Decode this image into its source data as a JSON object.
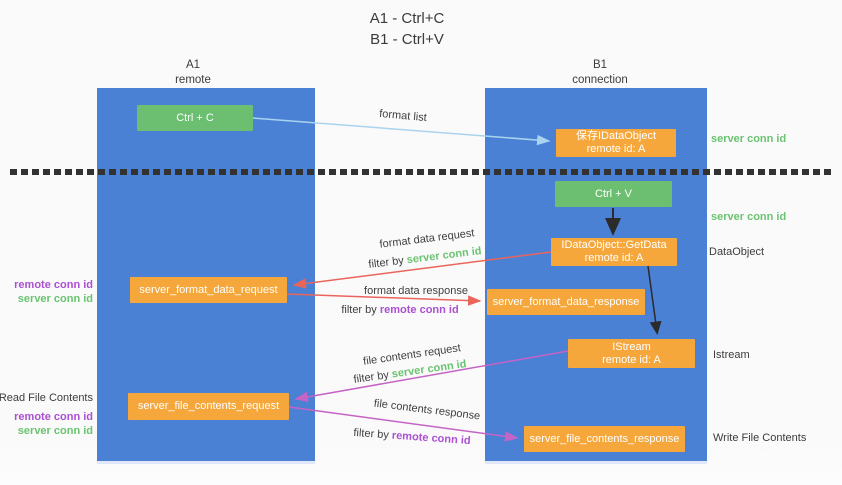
{
  "title": {
    "line1": "A1 - Ctrl+C",
    "line2": "B1 - Ctrl+V"
  },
  "lanes": {
    "left": {
      "name": "A1",
      "sub": "remote"
    },
    "right": {
      "name": "B1",
      "sub": "connection"
    }
  },
  "nodes": {
    "ctrl_c": "Ctrl + C",
    "ctrl_v": "Ctrl + V",
    "save_dataobject": {
      "line1": "保存IDataObject",
      "line2": "remote id: A"
    },
    "getdata": {
      "line1": "IDataObject::GetData",
      "line2": "remote id: A"
    },
    "istream": {
      "line1": "IStream",
      "line2": "remote id: A"
    },
    "format_request": "server_format_data_request",
    "format_response": "server_format_data_response",
    "file_request": "server_file_contents_request",
    "file_response": "server_file_contents_response"
  },
  "arrow_labels": {
    "format_list": "format list",
    "format_data_request": "format data request",
    "format_data_response": "format data response",
    "file_contents_request": "file contents request",
    "file_contents_response": "file contents response",
    "filter_by": "filter by",
    "server_conn_id": "server conn id",
    "remote_conn_id": "remote conn id"
  },
  "side_labels": {
    "server_conn_id": "server conn id",
    "remote_conn_id": "remote conn id",
    "dataobject": "DataObject",
    "istream": "Istream",
    "read_file_contents": "Read File Contents",
    "write_file_contents": "Write File Contents"
  },
  "colors": {
    "lane_blue": "#4A81D5",
    "box_green": "#6CBF70",
    "box_orange": "#F6A73B",
    "arrow_light_blue": "#A9D3EF",
    "arrow_red": "#E9655C",
    "arrow_magenta": "#C663C6",
    "arrow_black": "#2b2b2b",
    "label_green": "#6AC370",
    "label_purple": "#AB4FD3",
    "text_dark": "#3c3c3c",
    "background": "#fafafa"
  }
}
